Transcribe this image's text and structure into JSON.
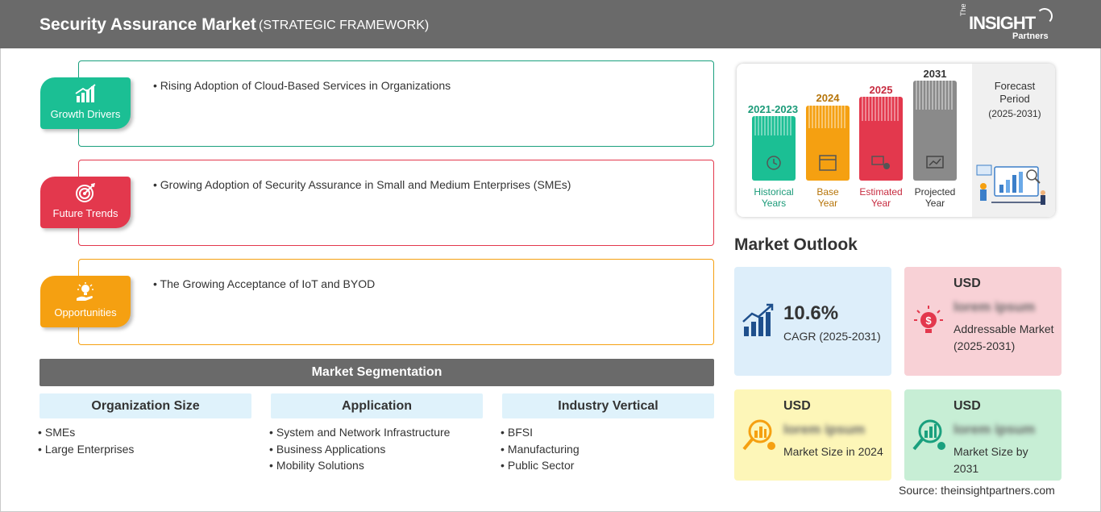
{
  "header": {
    "title": "Security Assurance Market",
    "subtitle": "(STRATEGIC FRAMEWORK)",
    "logo_the": "The",
    "logo_main": "INSIGHT",
    "logo_sub": "Partners"
  },
  "cards": [
    {
      "badge": "Growth Drivers",
      "text": "• Rising Adoption of Cloud-Based Services in Organizations",
      "color": "#1aa07e"
    },
    {
      "badge": "Future Trends",
      "text": "• Growing Adoption of Security Assurance in Small and Medium Enterprises (SMEs)",
      "color": "#e3384d"
    },
    {
      "badge": "Opportunities",
      "text": "• The Growing Acceptance of IoT and BYOD",
      "color": "#f5a011"
    }
  ],
  "segmentation": {
    "title": "Market Segmentation",
    "columns": [
      {
        "heading": "Organization Size",
        "items": [
          "SMEs",
          "Large Enterprises"
        ]
      },
      {
        "heading": "Application",
        "items": [
          "System and Network Infrastructure",
          "Business Applications",
          "Mobility Solutions"
        ]
      },
      {
        "heading": "Industry Vertical",
        "items": [
          "BFSI",
          "Manufacturing",
          "Public Sector"
        ]
      }
    ]
  },
  "timeline": {
    "bars": [
      {
        "year": "2021-2023",
        "caption_1": "Historical",
        "caption_2": "Years",
        "color": "#1bbf94",
        "text_color": "#1a9a78"
      },
      {
        "year": "2024",
        "caption_1": "Base",
        "caption_2": "Year",
        "color": "#f5a011",
        "text_color": "#b67408"
      },
      {
        "year": "2025",
        "caption_1": "Estimated",
        "caption_2": "Year",
        "color": "#e3384d",
        "text_color": "#c72c40"
      },
      {
        "year": "2031",
        "caption_1": "Projected",
        "caption_2": "Year",
        "color": "#8a8a8a",
        "text_color": "#333333"
      }
    ],
    "forecast_label_1": "Forecast",
    "forecast_label_2": "Period",
    "forecast_years": "(2025-2031)"
  },
  "outlook": {
    "title": "Market Outlook",
    "cagr_value": "10.6%",
    "cagr_label": "CAGR (2025-2031)",
    "addressable_usd": "USD",
    "addressable_value": "lorem ipsum",
    "addressable_desc": "Addressable Market (2025-2031)",
    "size2024_usd": "USD",
    "size2024_value": "lorem ipsum",
    "size2024_desc": "Market Size in 2024",
    "size2031_usd": "USD",
    "size2031_value": "lorem ipsum",
    "size2031_desc": "Market Size by 2031"
  },
  "source": "Source: theinsightpartners.com"
}
